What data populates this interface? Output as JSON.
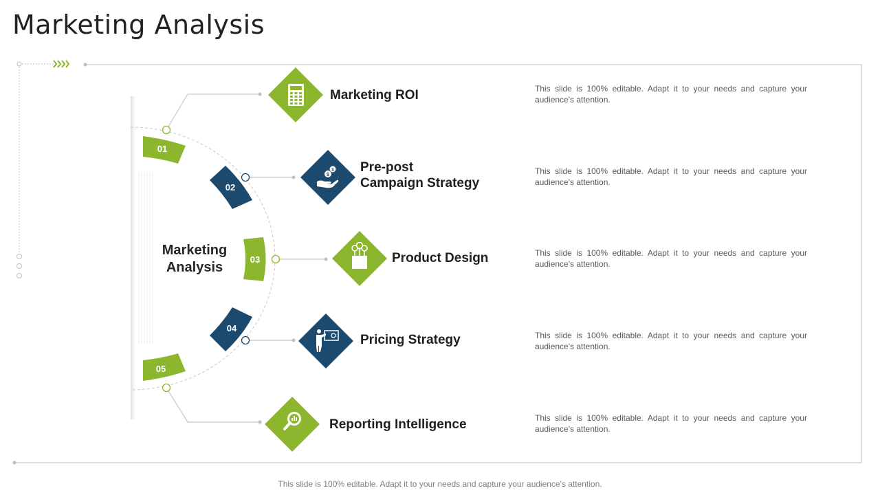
{
  "title": "Marketing Analysis",
  "center_label": "Marketing\nAnalysis",
  "footer": "This slide is 100% editable. Adapt it to your needs and capture your audience's attention.",
  "colors": {
    "green": "#8db62f",
    "navy": "#1c4a6e",
    "line": "#c8c8c8"
  },
  "items": [
    {
      "number": "01",
      "title": "Marketing ROI",
      "description": "This slide is 100% editable. Adapt it to your needs and capture your audience's attention.",
      "icon": "calculator-icon",
      "color": "green"
    },
    {
      "number": "02",
      "title": "Pre-post\nCampaign Strategy",
      "description": "This slide is 100% editable. Adapt it to your needs and capture your audience's attention.",
      "icon": "money-hand-icon",
      "color": "navy"
    },
    {
      "number": "03",
      "title": "Product Design",
      "description": "This slide is 100% editable. Adapt it to your needs and capture your audience's attention.",
      "icon": "lightbulb-icon",
      "color": "green"
    },
    {
      "number": "04",
      "title": "Pricing Strategy",
      "description": "This slide is 100% editable. Adapt it to your needs and capture your audience's attention.",
      "icon": "presenter-icon",
      "color": "navy"
    },
    {
      "number": "05",
      "title": "Reporting Intelligence",
      "description": "This slide is 100% editable. Adapt it to your needs and capture your audience's attention.",
      "icon": "magnifier-chart-icon",
      "color": "green"
    }
  ]
}
